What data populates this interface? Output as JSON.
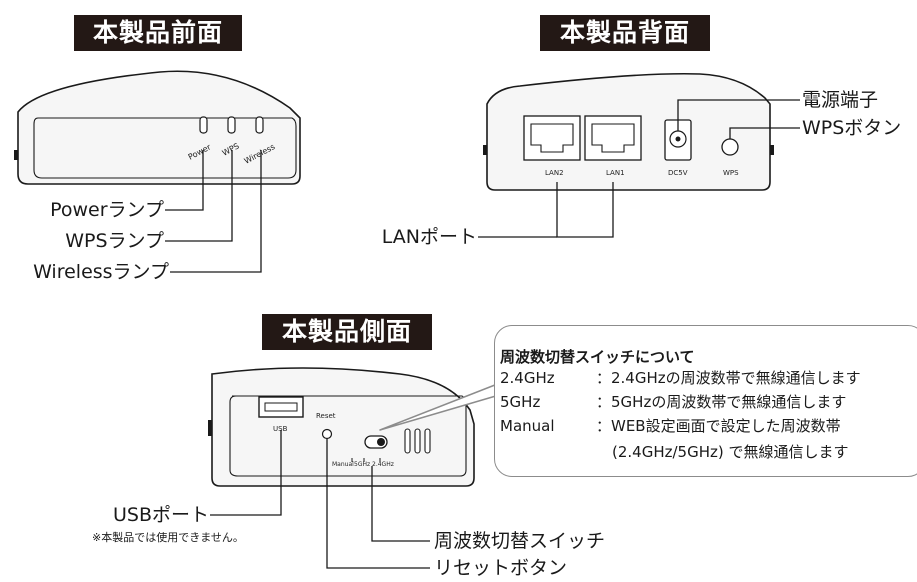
{
  "front": {
    "title": "本製品前面",
    "led_printed": [
      "Power",
      "WPS",
      "Wireless"
    ],
    "callouts": [
      "Powerランプ",
      "WPSランプ",
      "Wirelessランプ"
    ]
  },
  "back": {
    "title": "本製品背面",
    "port_printed": [
      "LAN2",
      "LAN1",
      "DC5V",
      "WPS"
    ],
    "callouts": {
      "power_jack": "電源端子",
      "wps_button": "WPSボタン",
      "lan_port": "LANポート"
    }
  },
  "side": {
    "title": "本製品側面",
    "printed": {
      "usb": "USB",
      "reset": "Reset",
      "manual": "Manual",
      "ghz5": "5GHz",
      "ghz24": "2.4GHz"
    },
    "callouts": {
      "usb_port": "USBポート",
      "usb_note": "※本製品では使用できません。",
      "freq_switch": "周波数切替スイッチ",
      "reset_button": "リセットボタン"
    }
  },
  "info": {
    "title": "周波数切替スイッチについて",
    "rows": [
      {
        "key": "2.4GHz",
        "value": "：2.4GHzの周波数帯で無線通信します"
      },
      {
        "key": "5GHz",
        "value": "：5GHzの周波数帯で無線通信します"
      },
      {
        "key": "Manual",
        "value": "：WEB設定画面で設定した周波数帯"
      }
    ],
    "continuation": "(2.4GHz/5GHz) で無線通信します"
  },
  "colors": {
    "title_bg": "#231815",
    "line": "#1a1a1a",
    "device_fill": "#f4f4f4",
    "box_border": "#8c8c8c"
  }
}
